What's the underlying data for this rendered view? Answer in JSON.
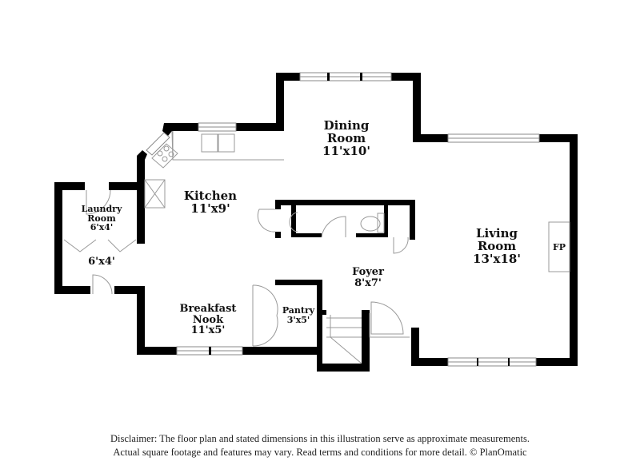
{
  "floor_plan": {
    "wall_color": "#000000",
    "fixture_color": "#9a9a9a",
    "background": "#ffffff",
    "rooms": [
      {
        "id": "dining",
        "name": "Dining\nRoom",
        "line1": "Dining",
        "line2": "Room",
        "dimensions": "11'x10'"
      },
      {
        "id": "kitchen",
        "line1": "Kitchen",
        "dimensions": "11'x9'"
      },
      {
        "id": "laundry",
        "line1": "Laundry",
        "line2": "Room",
        "dimensions": "6'x4'"
      },
      {
        "id": "mudroom",
        "dimensions": "6'x4'"
      },
      {
        "id": "living",
        "line1": "Living",
        "line2": "Room",
        "dimensions": "13'x18'"
      },
      {
        "id": "foyer",
        "line1": "Foyer",
        "dimensions": "8'x7'"
      },
      {
        "id": "breakfast",
        "line1": "Breakfast",
        "line2": "Nook",
        "dimensions": "11'x5'"
      },
      {
        "id": "pantry",
        "line1": "Pantry",
        "dimensions": "3'x5'"
      }
    ],
    "fireplace_label": "FP"
  },
  "disclaimer": {
    "line1": "Disclaimer: The floor plan and stated dimensions in this illustration serve as approximate measurements.",
    "line2": "Actual square footage and features may vary. Read terms and conditions for more detail. © PlanOmatic"
  }
}
